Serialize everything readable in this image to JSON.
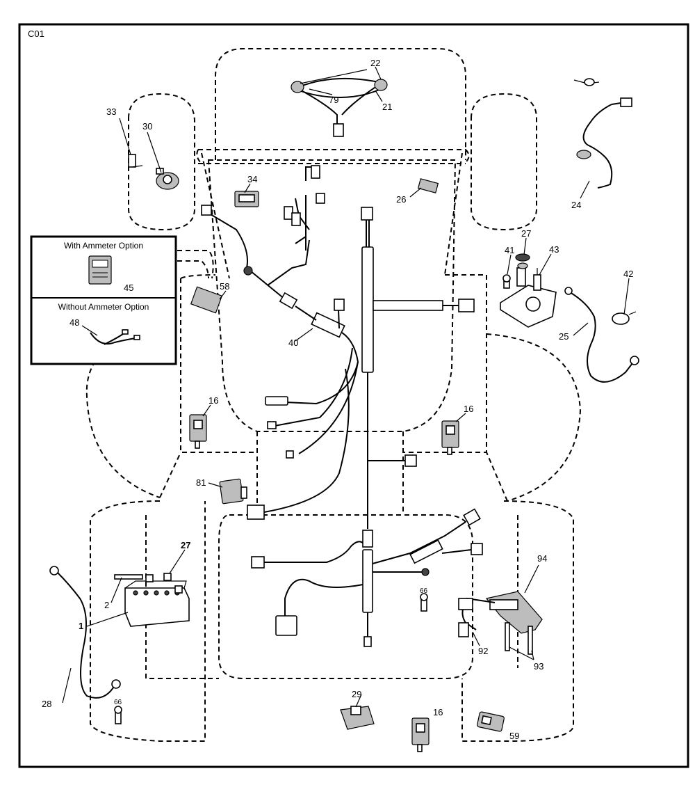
{
  "diagram": {
    "code": "C01",
    "options": {
      "with_ammeter": "With Ammeter Option",
      "without_ammeter": "Without Ammeter Option"
    },
    "callouts": {
      "c22": "22",
      "c79": "79",
      "c21": "21",
      "c33": "33",
      "c30": "30",
      "c34": "34",
      "c26": "26",
      "c24": "24",
      "c27a": "27",
      "c41": "41",
      "c43": "43",
      "c42": "42",
      "c25": "25",
      "c45": "45",
      "c48": "48",
      "c58": "58",
      "c40": "40",
      "c16a": "16",
      "c16b": "16",
      "c81": "81",
      "c27b": "27",
      "c2": "2",
      "c1": "1",
      "c66a": "66",
      "c94": "94",
      "c92": "92",
      "c93": "93",
      "c28": "28",
      "c66b": "66",
      "c29": "29",
      "c16c": "16",
      "c59": "59"
    }
  }
}
